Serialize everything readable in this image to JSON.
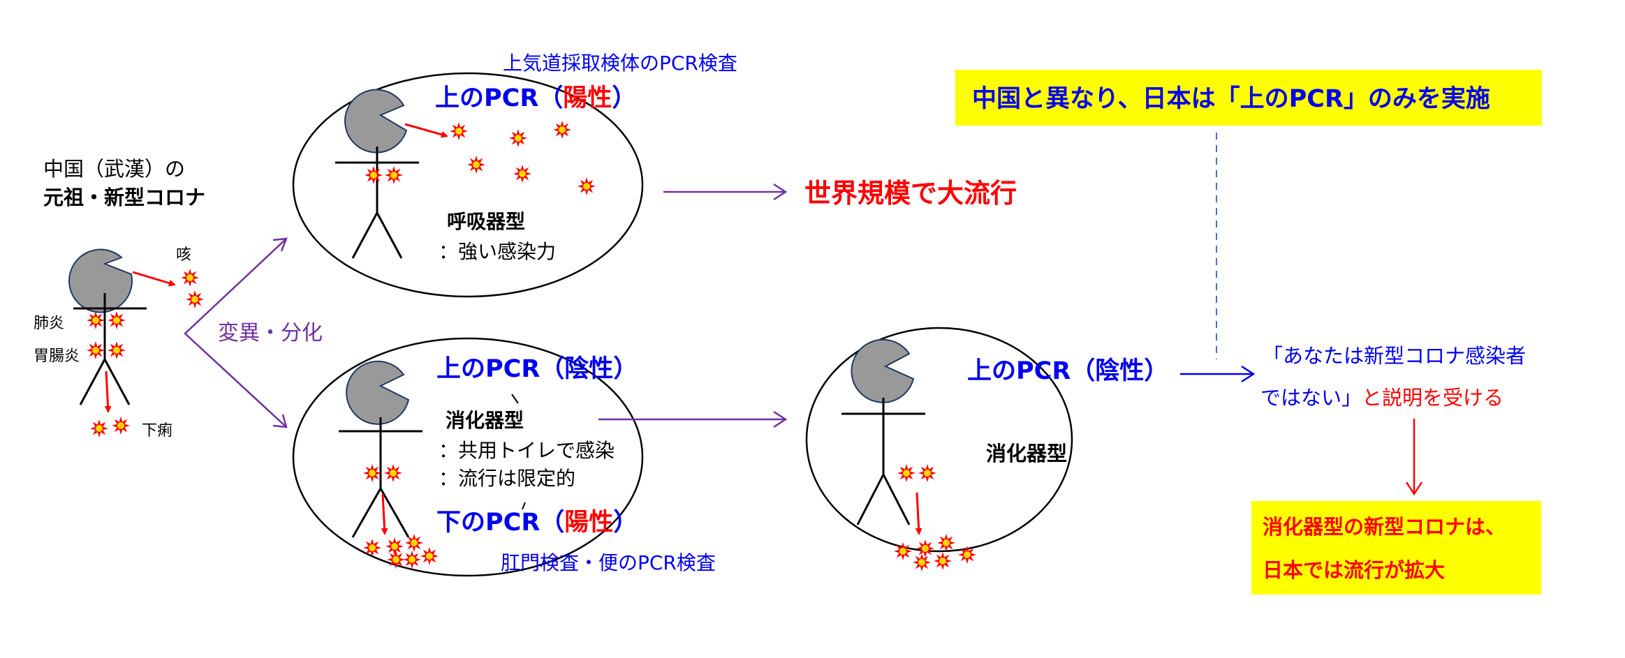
{
  "origin": {
    "line1": "中国（武漢）の",
    "line2": "元祖・新型コロナ",
    "cough": "咳",
    "pneumonia": "肺炎",
    "gastro": "胃腸炎",
    "diarrhea": "下痢"
  },
  "mutation_label": "変異・分化",
  "top_group": {
    "header": "上気道採取検体のPCR検査",
    "pcr_prefix": "上のPCR（",
    "pcr_result": "陽性",
    "pcr_suffix": "）",
    "type": "呼吸器型",
    "desc": "：強い感染力",
    "outcome": "世界規模で大流行"
  },
  "bottom_group": {
    "upper_pcr_prefix": "上のPCR（",
    "upper_pcr_result": "陰性",
    "upper_pcr_suffix": "）",
    "type": "消化器型",
    "desc1": "：共用トイレで感染",
    "desc2": "：流行は限定的",
    "lower_pcr_prefix": "下のPCR（",
    "lower_pcr_result": "陽性",
    "lower_pcr_suffix": "）",
    "footer": "肛門検査・便のPCR検査"
  },
  "japan_case": {
    "pcr_prefix": "上のPCR（",
    "pcr_result": "陰性",
    "pcr_suffix": "）",
    "type": "消化器型"
  },
  "japan_note": "中国と異なり、日本は「上のPCR」のみを実施",
  "told": {
    "line1": "「あなたは新型コロナ感染者",
    "line2a": "ではない」",
    "line2b": "と説明を受ける"
  },
  "conclusion": {
    "line1": "消化器型の新型コロナは、",
    "line2": "日本では流行が拡大"
  },
  "colors": {
    "blue": "#0000ee",
    "red": "#ff0000",
    "purple": "#7030a0",
    "yellow": "#ffff00",
    "head_fill": "#999999",
    "virus_outer": "#ff0000",
    "virus_inner": "#ffd700"
  }
}
